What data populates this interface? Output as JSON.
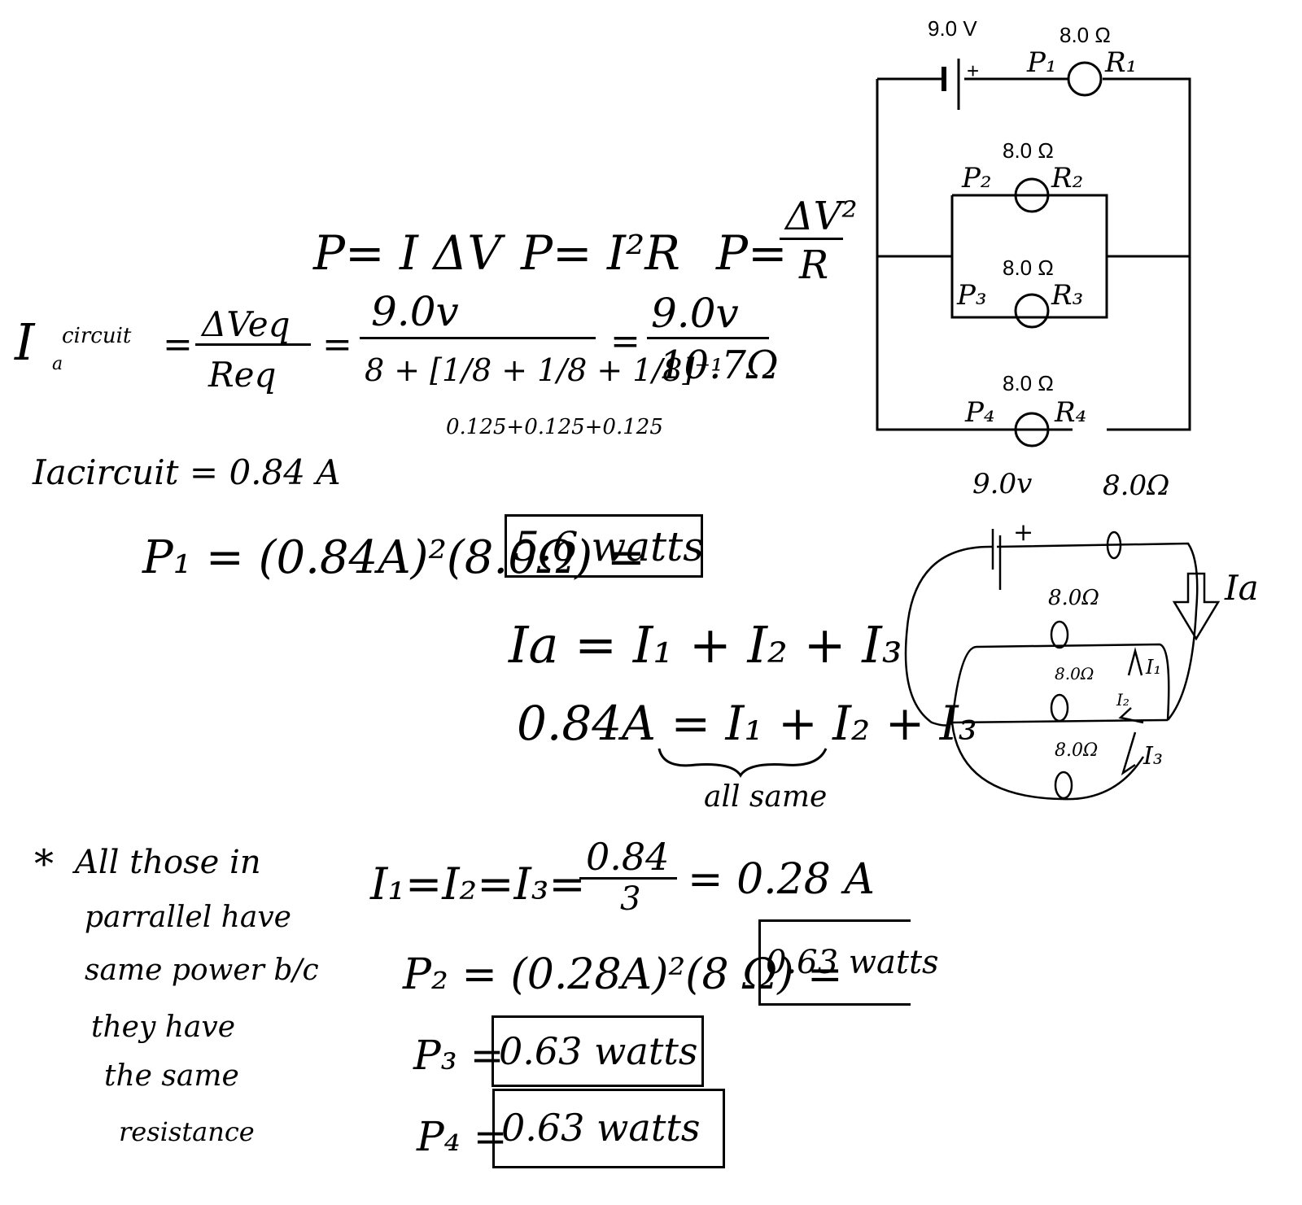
{
  "formulas": {
    "power_iv": "P= I ΔV",
    "power_i2r": "P= I²R",
    "power_v2r_lhs": "P=",
    "power_v2r_num": "ΔV²",
    "power_v2r_den": "R"
  },
  "current_calc": {
    "lhs": "I",
    "lhs_sub": "a",
    "lhs_tag": "circuit",
    "eq1": "=",
    "num1": "ΔVeq",
    "den1": "Req",
    "eq2": "=",
    "num2": "9.0v",
    "den2": "8 + [1/8 + 1/8 + 1/8]⁻¹",
    "eq3": "=",
    "num3": "9.0v",
    "den3": "10.7Ω",
    "note": "0.125+0.125+0.125",
    "result": "Iacircuit = 0.84 A"
  },
  "p1_calc": {
    "expr": "P₁ = (0.84A)²(8.0Ω) =",
    "answer": "5.6 watts"
  },
  "current_sum": {
    "line1": "Ia = I₁ + I₂ + I₃",
    "line2": "0.84A = I₁ + I₂ + I₃",
    "brace_note": "all same"
  },
  "side_note": {
    "star": "*",
    "lines": [
      "All those in",
      "parrallel have",
      "same power b/c",
      "they have",
      "the same",
      "resistance"
    ]
  },
  "branch_current": {
    "lhs": "I₁=I₂=I₃=",
    "num": "0.84",
    "den": "3",
    "rhs": "= 0.28 A"
  },
  "p2_calc": {
    "expr": "P₂ = (0.28A)²(8 Ω) =",
    "answer": "0.63 watts"
  },
  "p3_calc": {
    "expr": "P₃ =",
    "answer": "0.63 watts"
  },
  "p4_calc": {
    "expr": "P₄ =",
    "answer": "0.63 watts"
  },
  "printed_circuit": {
    "battery_label": "9.0 V",
    "plus": "+",
    "bulbs": [
      {
        "resistance": "8.0 Ω",
        "left_tag": "P₁",
        "right_tag": "R₁"
      },
      {
        "resistance": "8.0 Ω",
        "left_tag": "P₂",
        "right_tag": "R₂"
      },
      {
        "resistance": "8.0 Ω",
        "left_tag": "P₃",
        "right_tag": "R₃"
      },
      {
        "resistance": "8.0 Ω",
        "left_tag": "P₄",
        "right_tag": "R₄"
      }
    ]
  },
  "sketch_circuit": {
    "battery_label": "9.0v",
    "plus": "+",
    "top_bulb": "8.0Ω",
    "bulb_labels": [
      "8.0Ω",
      "8.0Ω",
      "8.0Ω"
    ],
    "arrow_main": "Ia",
    "arrow_labels": [
      "I₁",
      "I₂",
      "I₃"
    ]
  }
}
